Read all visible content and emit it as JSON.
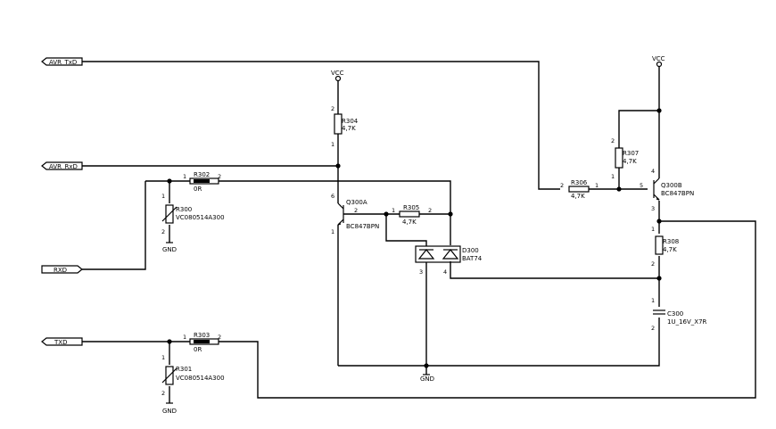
{
  "ports": {
    "avr_txd": "AVR_TxD",
    "avr_rxd": "AVR_RxD",
    "rxd": "RXD",
    "txd": "TXD"
  },
  "power": {
    "vcc_left": "VCC",
    "vcc_right": "VCC",
    "gnd_r300": "GND",
    "gnd_main": "GND",
    "gnd_r301": "GND"
  },
  "components": {
    "r304": {
      "ref": "R304",
      "value": "4,7K",
      "pin_top": "2",
      "pin_bottom": "1"
    },
    "r302": {
      "ref": "R302",
      "value": "0R",
      "pin_left": "1",
      "pin_right": "2"
    },
    "r300": {
      "ref": "R300",
      "value": "VC080514A300",
      "pin_top": "1",
      "pin_bottom": "2"
    },
    "q300a": {
      "ref": "Q300A",
      "value": "BC847BPN",
      "pin_c": "6",
      "pin_b": "2",
      "pin_e": "1"
    },
    "r305": {
      "ref": "R305",
      "value": "4,7K",
      "pin_left": "1",
      "pin_right": "2"
    },
    "d300": {
      "ref": "D300",
      "value": "BAT74",
      "pin_a": "3",
      "pin_b": "4"
    },
    "r303": {
      "ref": "R303",
      "value": "0R",
      "pin_left": "1",
      "pin_right": "2"
    },
    "r301": {
      "ref": "R301",
      "value": "VC080514A300",
      "pin_top": "1",
      "pin_bottom": "2"
    },
    "r306": {
      "ref": "R306",
      "value": "4,7K",
      "pin_left": "2",
      "pin_right": "1"
    },
    "r307": {
      "ref": "R307",
      "value": "4,7K",
      "pin_top": "2",
      "pin_bottom": "1"
    },
    "q300b": {
      "ref": "Q300B",
      "value": "BC847BPN",
      "pin_c": "4",
      "pin_b": "5",
      "pin_e": "3"
    },
    "r308": {
      "ref": "R308",
      "value": "4,7K",
      "pin_top": "1",
      "pin_bottom": "2"
    },
    "c300": {
      "ref": "C300",
      "value": "1U_16V_X7R",
      "pin_top": "1",
      "pin_bottom": "2"
    }
  }
}
